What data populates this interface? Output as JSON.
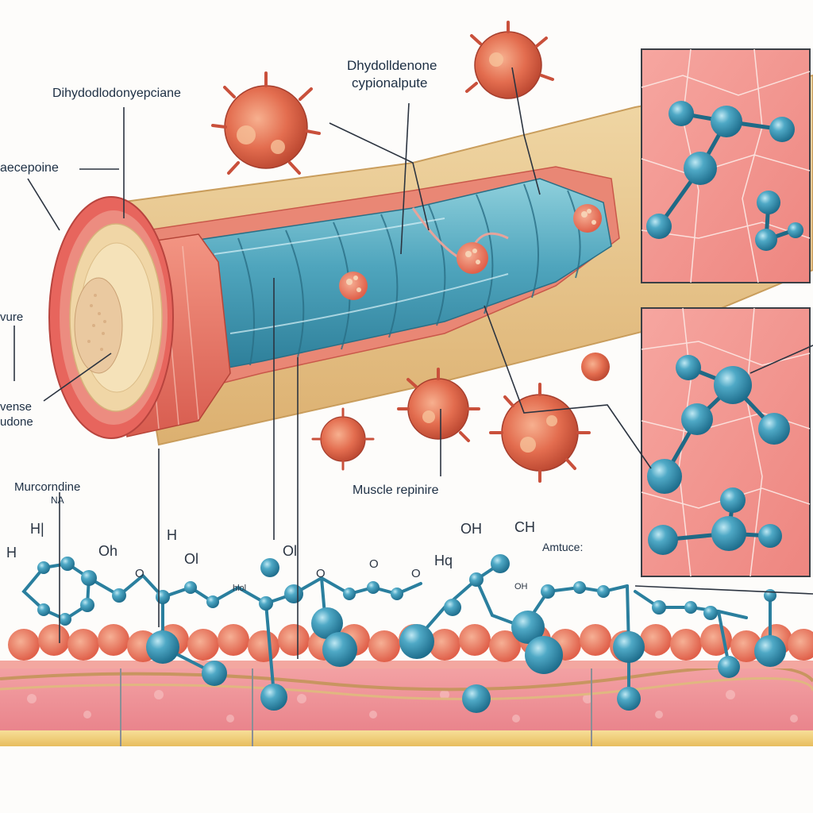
{
  "labels": {
    "top_left": "Dihydodlodonyepciane",
    "top_center_line1": "Dhydolldenone",
    "top_center_line2": "cypionalpute",
    "left_edge": "aecepoine",
    "left_mid": "vure",
    "left_low_line1": "vense",
    "left_low_line2": "udone",
    "lower_left_line1": "Murcorndine",
    "lower_left_line2": "NA",
    "muscle": "Muscle repinire",
    "amtuce": "Amtuce:"
  },
  "chem_labels": {
    "h1": "H|",
    "h2": "H",
    "h3": "H",
    "oh1": "Oh",
    "o1": "Ol",
    "o2": "Ol",
    "oh2": "OH",
    "hq": "Hq",
    "ch": "CH",
    "o3": "O",
    "o4": "O",
    "o5": "O",
    "o6": "O",
    "tiny1": "hlol",
    "tiny2": "OH"
  },
  "colors": {
    "molecule": "#3f9cbb",
    "muscle_fiber": "#5fb2c4",
    "tissue_red": "#e0574f",
    "fat_yellow": "#f2d27a",
    "sheath_tan": "#e9c98f",
    "label_ink": "#1d2f44"
  }
}
